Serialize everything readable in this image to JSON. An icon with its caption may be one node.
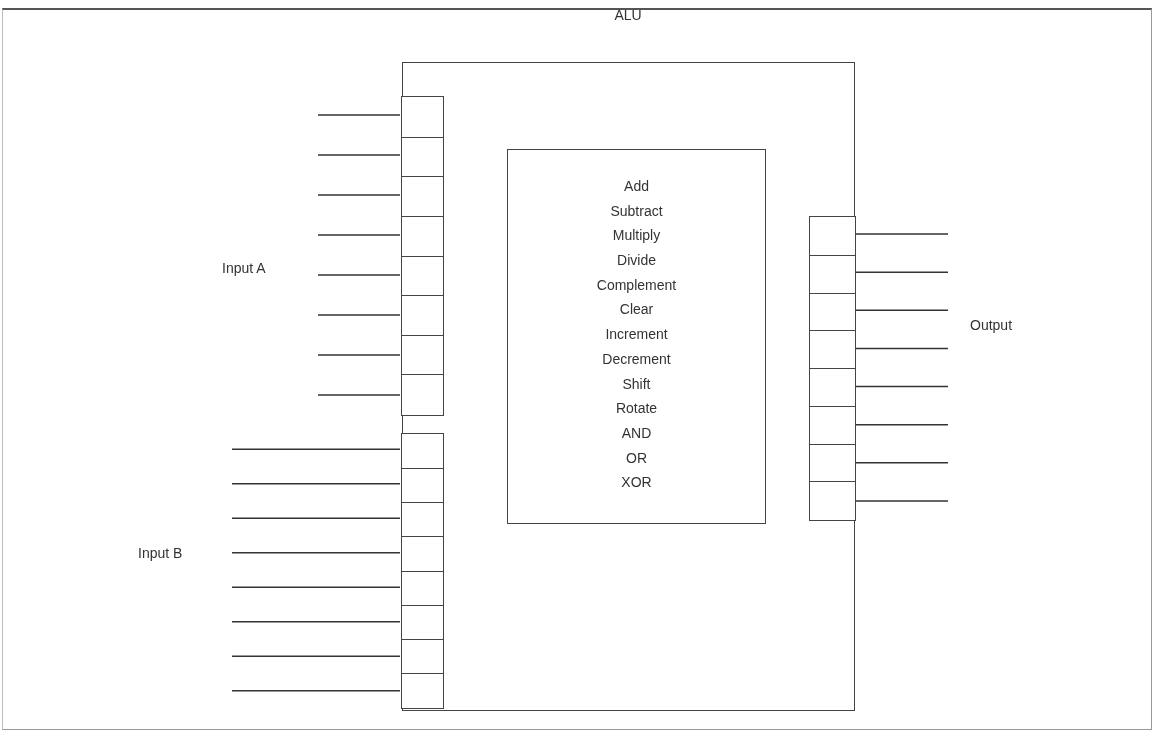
{
  "diagram": {
    "nodes": [
      {
        "text": [
          "ALU"
        ]
      },
      {
        "text": [],
        "shape": "box",
        "in": 0
      },
      {
        "text": [
          "Add",
          "Subtract",
          "Multiply",
          "Divide",
          "Complement",
          "Clear",
          "Increment",
          "Decrement",
          "Shift",
          "Rotate",
          "AND",
          "OR",
          "XOR"
        ],
        "in": 0
      },
      {
        "text": [],
        "shape": "box",
        "in": 0
      },
      {
        "text": [],
        "shape": "box",
        "in": 0
      }
    ],
    "labels": [
      "Input A",
      "Output",
      "Input B"
    ],
    "edges": [
      {
        "from": null,
        "to": 1,
        "arrow": "none"
      },
      {
        "from": null,
        "to": 1,
        "arrow": "none"
      },
      {
        "from": null,
        "to": 1,
        "arrow": "none"
      },
      {
        "from": null,
        "to": 1,
        "arrow": "none"
      },
      {
        "from": null,
        "to": 1,
        "arrow": "none"
      },
      {
        "from": null,
        "to": 1,
        "arrow": "none"
      },
      {
        "from": null,
        "to": 1,
        "arrow": "none"
      },
      {
        "from": null,
        "to": 1,
        "arrow": "none"
      },
      {
        "from": 3,
        "to": null,
        "arrow": "none"
      },
      {
        "from": 3,
        "to": null,
        "arrow": "none"
      },
      {
        "from": 3,
        "to": null,
        "arrow": "none"
      },
      {
        "from": 3,
        "to": null,
        "arrow": "none"
      },
      {
        "from": 3,
        "to": null,
        "arrow": "none"
      },
      {
        "from": 3,
        "to": null,
        "arrow": "none"
      },
      {
        "from": 3,
        "to": null,
        "arrow": "none"
      },
      {
        "from": 3,
        "to": null,
        "arrow": "none"
      },
      {
        "from": null,
        "to": 4,
        "arrow": "none"
      },
      {
        "from": null,
        "to": 4,
        "arrow": "none"
      },
      {
        "from": null,
        "to": 4,
        "arrow": "none"
      },
      {
        "from": null,
        "to": 4,
        "arrow": "none"
      },
      {
        "from": null,
        "to": 4,
        "arrow": "none"
      },
      {
        "from": null,
        "to": 4,
        "arrow": "none"
      },
      {
        "from": null,
        "to": 4,
        "arrow": "none"
      },
      {
        "from": null,
        "to": 4,
        "arrow": "none"
      }
    ]
  }
}
